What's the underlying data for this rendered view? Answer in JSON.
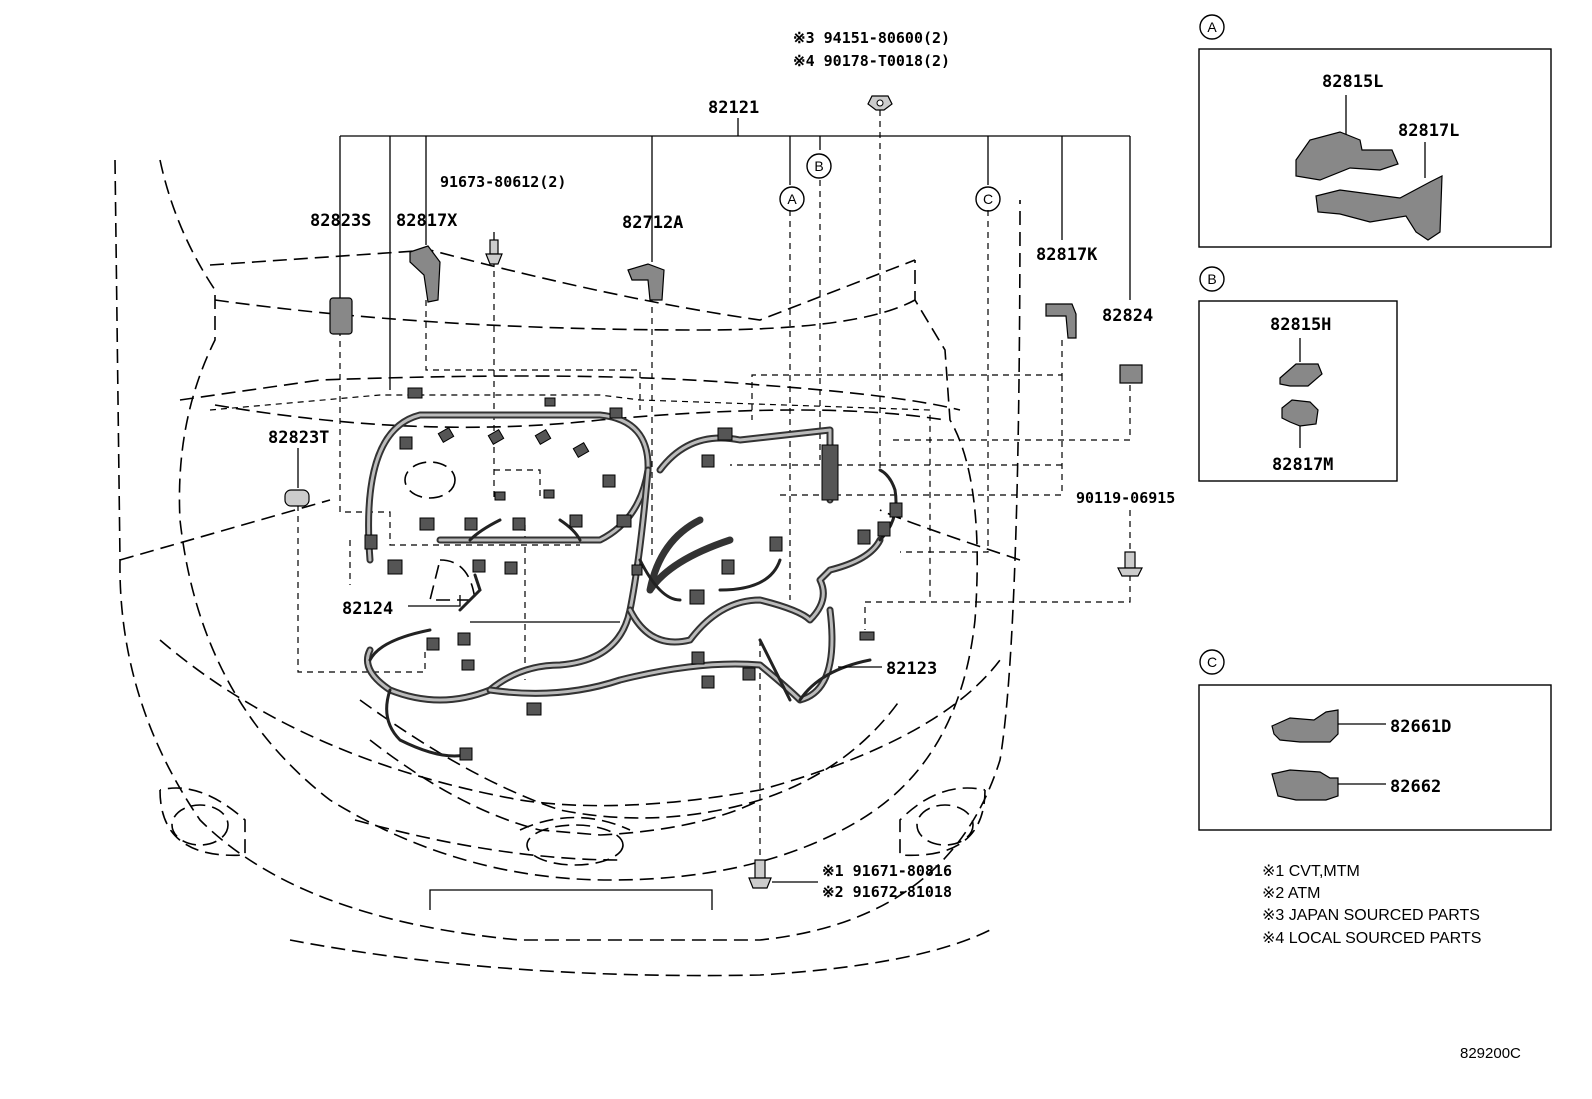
{
  "part_labels": {
    "p82121": "82121",
    "p82823S": "82823S",
    "p82817X": "82817X",
    "p91673": "91673-80612(2)",
    "p82712A": "82712A",
    "p82817K": "82817K",
    "p82824": "82824",
    "p82823T": "82823T",
    "p90119": "90119-06915",
    "p82124": "82124",
    "p82123": "82123",
    "bolt_top_1": "※3 94151-80600(2)",
    "bolt_top_2": "※4 90178-T0018(2)",
    "bolt_bottom_1": "※1 91671-80816",
    "bolt_bottom_2": "※2 91672-81018"
  },
  "callouts": {
    "a": "A",
    "b": "B",
    "c": "C"
  },
  "detail_a": {
    "label": "A",
    "part1": "82815L",
    "part2": "82817L"
  },
  "detail_b": {
    "label": "B",
    "part1": "82815H",
    "part2": "82817M"
  },
  "detail_c": {
    "label": "C",
    "part1": "82661D",
    "part2": "82662"
  },
  "legend": [
    "※1 CVT,MTM",
    "※2 ATM",
    "※3 JAPAN SOURCED PARTS",
    "※4 LOCAL SOURCED PARTS"
  ],
  "drawing_number": "829200C"
}
